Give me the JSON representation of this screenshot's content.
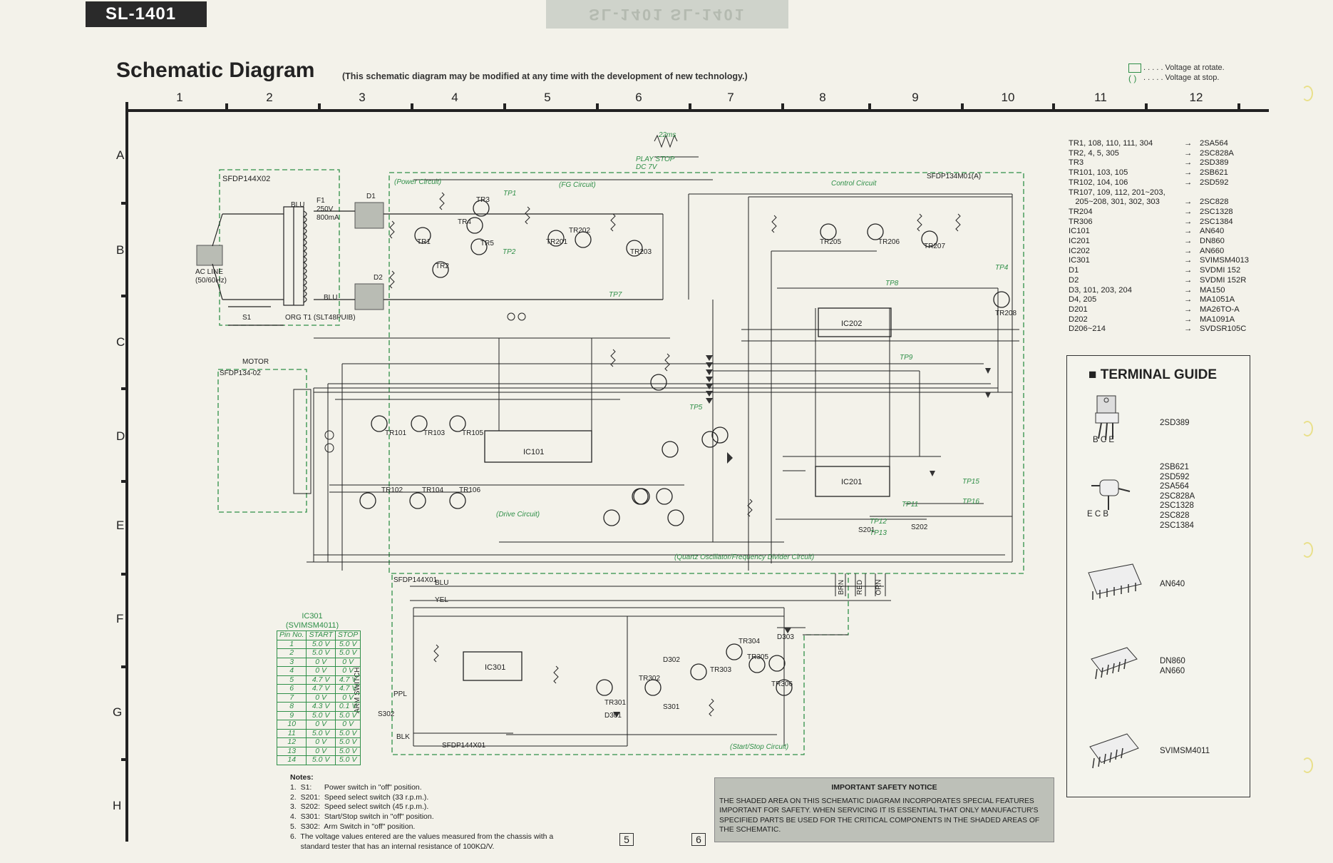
{
  "header": {
    "model": "SL-1401",
    "title": "Schematic Diagram",
    "subtitle": "(This schematic diagram may be modified at any time with the development of new technology.)",
    "ghost_header": "SL-1401  SL-1401"
  },
  "voltage_key": {
    "rotate_text": ". . . . .  Voltage at rotate.",
    "stop_symbol": "(   )",
    "stop_text": ". . . . .  Voltage at stop."
  },
  "grid": {
    "columns": [
      "1",
      "2",
      "3",
      "4",
      "5",
      "6",
      "7",
      "8",
      "9",
      "10",
      "11",
      "12"
    ],
    "rows": [
      "A",
      "B",
      "C",
      "D",
      "E",
      "F",
      "G",
      "H"
    ]
  },
  "blocks": {
    "sfdp144x02": "SFDP144X02",
    "power_circuit": "(Power Circuit)",
    "fg_circuit": "(FG Circuit)",
    "control_circuit": "Control Circuit",
    "sfdp134m01": "SFDP134M01(A)",
    "motor": "MOTOR",
    "sfdp134_02": "SFDP134-02",
    "drive_circuit": "(Drive Circuit)",
    "quartz_circuit": "(Quartz Oscillator/Frequency Divider Circuit)",
    "sfdp144x01_top": "SFDP144X01",
    "sfdp144x01_bottom": "SFDP144X01",
    "start_stop_circuit": "(Start/Stop Circuit)",
    "arm_switch": "ARM SWITCH",
    "ac_line": "AC LINE (50/60Hz)",
    "transformer": "ORG T1 (SLT48PUIB)",
    "fuse": "F1 250V 800mA",
    "playstop": "PLAY STOP DC 7V",
    "waveform": "22ms"
  },
  "components": {
    "ic101": "IC101",
    "ic201": "IC201",
    "ic202": "IC202",
    "ic301": "IC301",
    "tr1": "TR1",
    "tr2": "TR2",
    "tr3": "TR3",
    "tr4": "TR4",
    "tr5": "TR5",
    "tr101": "TR101",
    "tr102": "TR102",
    "tr103": "TR103",
    "tr104": "TR104",
    "tr105": "TR105",
    "tr106": "TR106",
    "tr201": "TR201",
    "tr202": "TR202",
    "tr203": "TR203",
    "tr205": "TR205",
    "tr206": "TR206",
    "tr207": "TR207",
    "tr208": "TR208",
    "tr301": "TR301",
    "tr302": "TR302",
    "tr303": "TR303",
    "tr304": "TR304",
    "tr305": "TR305",
    "tr306": "TR306",
    "d1": "D1",
    "d2": "D2",
    "d301": "D301",
    "d302": "D302",
    "d303": "D303",
    "s1": "S1",
    "s201": "S201",
    "s202": "S202",
    "s301": "S301",
    "s302": "S302",
    "tp1": "TP1",
    "tp2": "TP2",
    "tp4": "TP4",
    "tp5": "TP5",
    "tp7": "TP7",
    "tp8": "TP8",
    "tp9": "TP9",
    "tp11": "TP11",
    "tp12": "TP12",
    "tp13": "TP13",
    "tp15": "TP15",
    "tp16": "TP16",
    "wire_blu": "BLU",
    "wire_yel": "YEL",
    "wire_blk": "BLK",
    "wire_ppl": "PPL",
    "wire_brn": "BRN",
    "wire_red": "RED",
    "wire_orn": "ORN"
  },
  "transistor_list": [
    {
      "devices": "TR1, 108, 110, 111, 304",
      "arrow": "→",
      "part": "2SA564"
    },
    {
      "devices": "TR2, 4, 5, 305",
      "arrow": "→",
      "part": "2SC828A"
    },
    {
      "devices": "TR3",
      "arrow": "→",
      "part": "2SD389"
    },
    {
      "devices": "TR101, 103, 105",
      "arrow": "→",
      "part": "2SB621"
    },
    {
      "devices": "TR102, 104, 106",
      "arrow": "→",
      "part": "2SD592"
    },
    {
      "devices": "TR107, 109, 112, 201~203,",
      "arrow": "",
      "part": ""
    },
    {
      "devices": "   205~208, 301, 302, 303",
      "arrow": "→",
      "part": "2SC828"
    },
    {
      "devices": "TR204",
      "arrow": "→",
      "part": "2SC1328"
    },
    {
      "devices": "TR306",
      "arrow": "→",
      "part": "2SC1384"
    },
    {
      "devices": "IC101",
      "arrow": "→",
      "part": "AN640"
    },
    {
      "devices": "IC201",
      "arrow": "→",
      "part": "DN860"
    },
    {
      "devices": "IC202",
      "arrow": "→",
      "part": "AN660"
    },
    {
      "devices": "IC301",
      "arrow": "→",
      "part": "SVIMSM4013"
    },
    {
      "devices": "D1",
      "arrow": "→",
      "part": "SVDMI  152"
    },
    {
      "devices": "D2",
      "arrow": "→",
      "part": "SVDMI  152R"
    },
    {
      "devices": "D3, 101, 203, 204",
      "arrow": "→",
      "part": "MA150"
    },
    {
      "devices": "D4, 205",
      "arrow": "→",
      "part": "MA1051A"
    },
    {
      "devices": "D201",
      "arrow": "→",
      "part": "MA26TO-A"
    },
    {
      "devices": "D202",
      "arrow": "→",
      "part": "MA1091A"
    },
    {
      "devices": "D206~214",
      "arrow": "→",
      "part": "SVDSR105C"
    }
  ],
  "terminal_guide": {
    "title": "■ TERMINAL GUIDE",
    "pkg1_label": "2SD389",
    "pkg1_pins": "B C E",
    "pkg2_label": "2SB621\n2SD592\n2SA564\n2SC828A\n2SC1328\n2SC828\n2SC1384",
    "pkg2_pins": "E C B",
    "pkg3_label": "AN640",
    "pkg4_label": "DN860\nAN660",
    "pkg5_label": "SVIMSM4011"
  },
  "ic301_table": {
    "title": "IC301",
    "subtitle": "(SVIMSM4011)",
    "headers": [
      "Pin No.",
      "START",
      "STOP"
    ],
    "rows": [
      [
        "1",
        "5.0 V",
        "5.0 V"
      ],
      [
        "2",
        "5.0 V",
        "5.0 V"
      ],
      [
        "3",
        "0 V",
        "0 V"
      ],
      [
        "4",
        "0 V",
        "0 V"
      ],
      [
        "5",
        "4.7 V",
        "4.7 V"
      ],
      [
        "6",
        "4.7 V",
        "4.7 V"
      ],
      [
        "7",
        "0 V",
        "0 V"
      ],
      [
        "8",
        "4.3 V",
        "0.1 V"
      ],
      [
        "9",
        "5.0 V",
        "5.0 V"
      ],
      [
        "10",
        "0 V",
        "0 V"
      ],
      [
        "11",
        "5.0 V",
        "5.0 V"
      ],
      [
        "12",
        "0 V",
        "5.0 V"
      ],
      [
        "13",
        "0 V",
        "5.0 V"
      ],
      [
        "14",
        "5.0 V",
        "5.0 V"
      ]
    ]
  },
  "notes": {
    "heading": "Notes:",
    "items": [
      "1.  S1:      Power switch in \"off\" position.",
      "2.  S201:  Speed select switch (33 r.p.m.).",
      "3.  S202:  Speed select switch (45 r.p.m.).",
      "4.  S301:  Start/Stop switch in \"off\" position.",
      "5.  S302:  Arm Switch in \"off\" position.",
      "6.  The voltage values entered are the values measured from the chassis with a",
      "     standard tester that has an internal resistance of 100KΩ/V."
    ],
    "page_left": "5",
    "page_right": "6"
  },
  "safety": {
    "title": "IMPORTANT SAFETY NOTICE",
    "body": "THE SHADED AREA ON THIS SCHEMATIC DIAGRAM INCORPORATES SPECIAL FEATURES IMPORTANT FOR SAFETY. WHEN SERVICING IT IS ESSENTIAL THAT ONLY MANUFACTUR'S SPECIFIED PARTS BE USED FOR THE CRITICAL COMPONENTS IN THE SHADED AREAS OF THE SCHEMATIC."
  },
  "colors": {
    "ink": "#1f1f1f",
    "voltage_green": "#2f8f48",
    "paper": "#f3f2ea",
    "safety_shade": "#bdc0b8"
  }
}
